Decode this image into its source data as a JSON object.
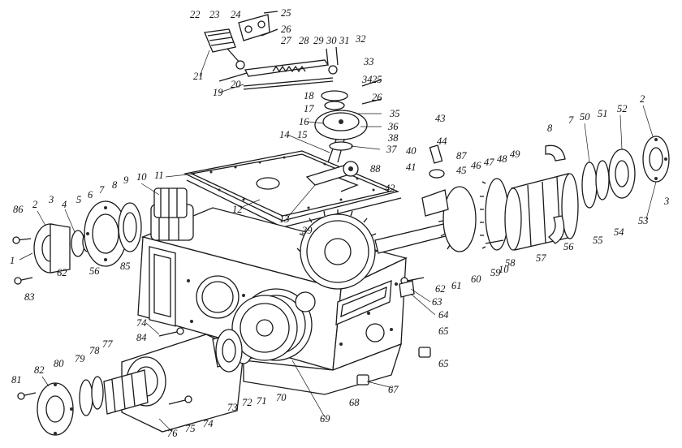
{
  "diagram": {
    "kind": "exploded-assembly-drawing",
    "ink_color": "#1a1a1a",
    "background": "#ffffff",
    "callouts": [
      "1",
      "2",
      "2",
      "3",
      "3",
      "4",
      "5",
      "6",
      "7",
      "7",
      "8",
      "8",
      "9",
      "10",
      "10",
      "11",
      "12",
      "13",
      "14",
      "15",
      "16",
      "17",
      "18",
      "19",
      "20",
      "21",
      "22",
      "23",
      "24",
      "25",
      "25",
      "26",
      "26",
      "27",
      "28",
      "29",
      "30",
      "31",
      "32",
      "33",
      "34",
      "35",
      "36",
      "37",
      "38",
      "39",
      "40",
      "41",
      "42",
      "43",
      "44",
      "45",
      "46",
      "47",
      "48",
      "49",
      "50",
      "51",
      "52",
      "53",
      "54",
      "55",
      "56",
      "56",
      "57",
      "58",
      "59",
      "60",
      "61",
      "62",
      "62",
      "63",
      "64",
      "65",
      "65",
      "67",
      "68",
      "69",
      "70",
      "71",
      "72",
      "73",
      "74",
      "74",
      "75",
      "76",
      "77",
      "78",
      "79",
      "80",
      "81",
      "82",
      "83",
      "84",
      "85",
      "86",
      "87",
      "88"
    ]
  }
}
